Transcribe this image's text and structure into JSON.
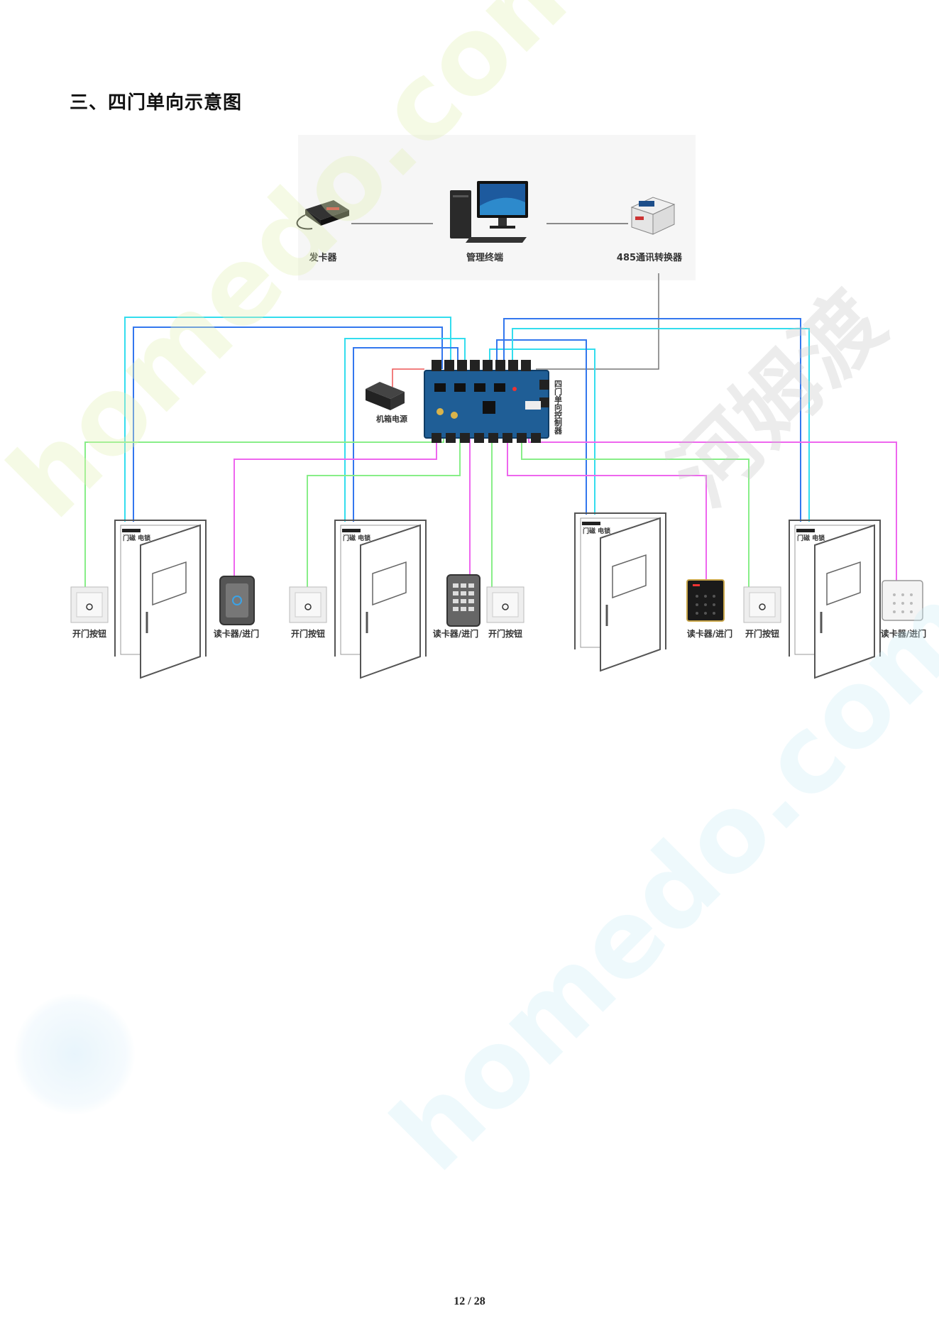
{
  "heading": "三、四门单向示意图",
  "diagram": {
    "labels": {
      "card_issuer": "发卡器",
      "management_terminal": "管理终端",
      "converter_485": "485通讯转换器",
      "controller": "四门单向控制器",
      "chassis_power": "机箱电源",
      "door_sensor_lock": "门磁 电锁",
      "exit_button": "开门按钮",
      "card_reader_entry": "读卡器/进门"
    },
    "colors": {
      "wire_cyan": "#33ddee",
      "wire_blue": "#3377ee",
      "wire_green": "#88ee88",
      "wire_magenta": "#ee66ee",
      "wire_gray": "#777777",
      "board": "#1f5e96"
    }
  },
  "watermark": {
    "text": "homedo.com",
    "cn_text": "河姆渡"
  },
  "footer": {
    "page": "12 / 28"
  }
}
